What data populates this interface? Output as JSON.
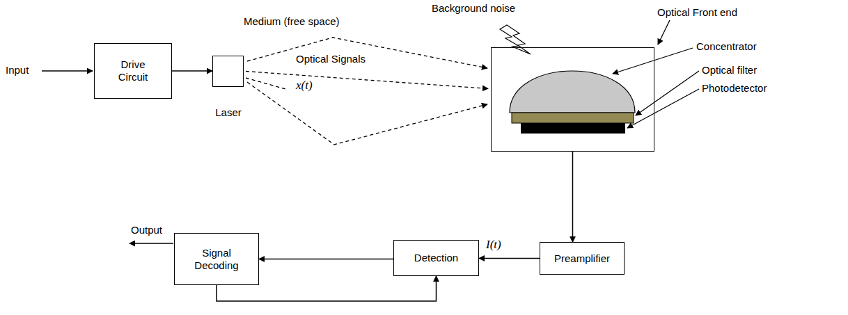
{
  "diagram": {
    "nodes": [
      {
        "text": [
          "Drive Circuit"
        ]
      },
      {
        "text": [
          "Laser"
        ]
      },
      {
        "text": [
          "Optical Front end"
        ]
      },
      {
        "text": [
          "Preamplifier"
        ]
      },
      {
        "text": [
          "Detection"
        ]
      },
      {
        "text": [
          "Signal Decoding"
        ]
      }
    ],
    "edges": [
      {
        "from": 0,
        "to": 1,
        "arrow": "to"
      },
      {
        "from": 1,
        "to": 2,
        "arrow": "to"
      },
      {
        "from": 2,
        "to": 3,
        "arrow": "to"
      },
      {
        "from": 3,
        "to": 4,
        "label": "I(t)",
        "arrow": "to"
      },
      {
        "from": 4,
        "to": 5,
        "arrow": "to"
      },
      {
        "from": 5,
        "to": 4,
        "arrow": "to"
      }
    ],
    "labels": [
      "Input",
      "Output",
      "Medium (free space)",
      "Optical Signals",
      "x(t)",
      "Background noise",
      "Concentrator",
      "Optical filter",
      "Photodetector"
    ]
  }
}
